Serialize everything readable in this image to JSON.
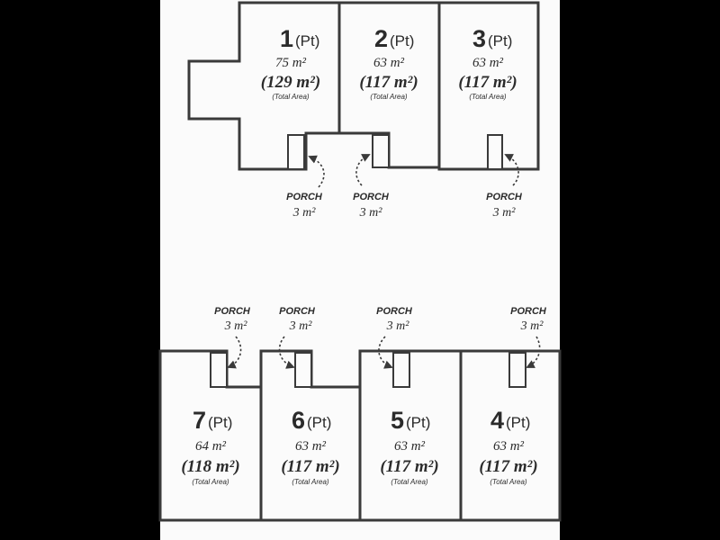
{
  "units": [
    {
      "id": "1",
      "num": "1",
      "type": "(Pt)",
      "area": "75 m²",
      "total": "(129 m²)",
      "total_label": "(Total Area)"
    },
    {
      "id": "2",
      "num": "2",
      "type": "(Pt)",
      "area": "63 m²",
      "total": "(117 m²)",
      "total_label": "(Total Area)"
    },
    {
      "id": "3",
      "num": "3",
      "type": "(Pt)",
      "area": "63 m²",
      "total": "(117 m²)",
      "total_label": "(Total Area)"
    },
    {
      "id": "7",
      "num": "7",
      "type": "(Pt)",
      "area": "64 m²",
      "total": "(118 m²)",
      "total_label": "(Total Area)"
    },
    {
      "id": "6",
      "num": "6",
      "type": "(Pt)",
      "area": "63 m²",
      "total": "(117 m²)",
      "total_label": "(Total Area)"
    },
    {
      "id": "5",
      "num": "5",
      "type": "(Pt)",
      "area": "63 m²",
      "total": "(117 m²)",
      "total_label": "(Total Area)"
    },
    {
      "id": "4",
      "num": "4",
      "type": "(Pt)",
      "area": "63 m²",
      "total": "(117 m²)",
      "total_label": "(Total Area)"
    }
  ],
  "porches": [
    {
      "label": "PORCH",
      "area": "3 m²"
    },
    {
      "label": "PORCH",
      "area": "3 m²"
    },
    {
      "label": "PORCH",
      "area": "3 m²"
    },
    {
      "label": "PORCH",
      "area": "3 m²"
    },
    {
      "label": "PORCH",
      "area": "3 m²"
    },
    {
      "label": "PORCH",
      "area": "3 m²"
    },
    {
      "label": "PORCH",
      "area": "3 m²"
    }
  ],
  "colors": {
    "page": "#fbfbfb",
    "background": "#000000",
    "ink": "#3a3a3a"
  }
}
